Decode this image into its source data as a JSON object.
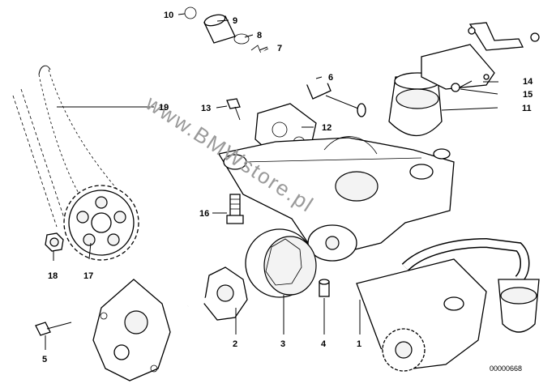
{
  "diagram": {
    "watermark": "www.BMWstore.pl",
    "reference_number": "00000668",
    "callouts": [
      "1",
      "2",
      "3",
      "4",
      "5",
      "6",
      "7",
      "8",
      "9",
      "10",
      "11",
      "12",
      "13",
      "14",
      "15",
      "16",
      "17",
      "18",
      "19"
    ]
  }
}
